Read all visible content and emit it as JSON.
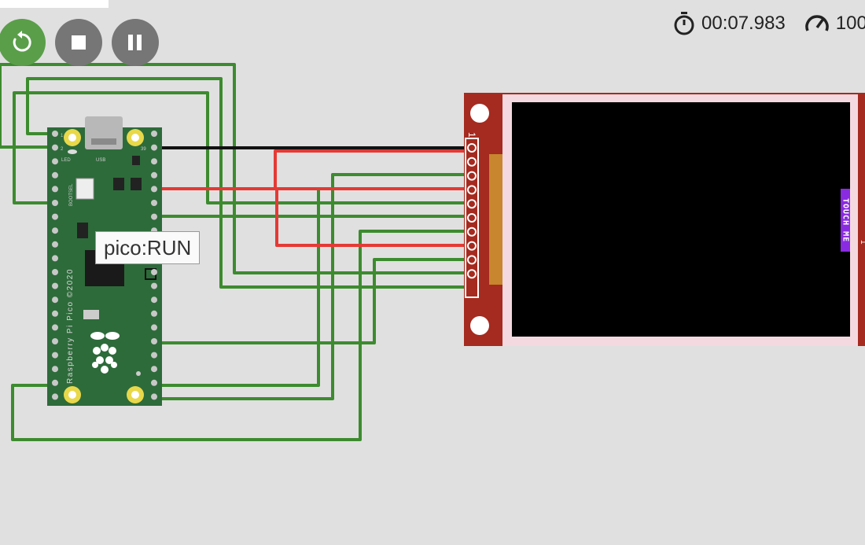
{
  "controls": {
    "restart": "restart",
    "stop": "stop",
    "pause": "pause"
  },
  "stats": {
    "timer_icon": "stopwatch-icon",
    "elapsed": "00:07.983",
    "speed_icon": "speedometer-icon",
    "speed": "100"
  },
  "pico": {
    "tooltip": "pico:RUN",
    "silkscreen": "Raspberry Pi Pico ©2020",
    "led_label": "LED",
    "usb_label": "USB",
    "bootsel_label": "BOOTSEL",
    "pin1": "1",
    "pin2": "2",
    "pin39": "39"
  },
  "display": {
    "pin_label": "1",
    "touch_label": "TOUCH ME",
    "right_label": "1"
  },
  "colors": {
    "background": "#e0e0e0",
    "wire_green": "#3d8b2f",
    "wire_red": "#e53935",
    "wire_black": "#111111",
    "pico_board": "#2d6b3a",
    "tft_board": "#a52a1f",
    "restart_button": "#5a9e4a",
    "control_button": "#767676",
    "touch_badge": "#8a2be2"
  }
}
